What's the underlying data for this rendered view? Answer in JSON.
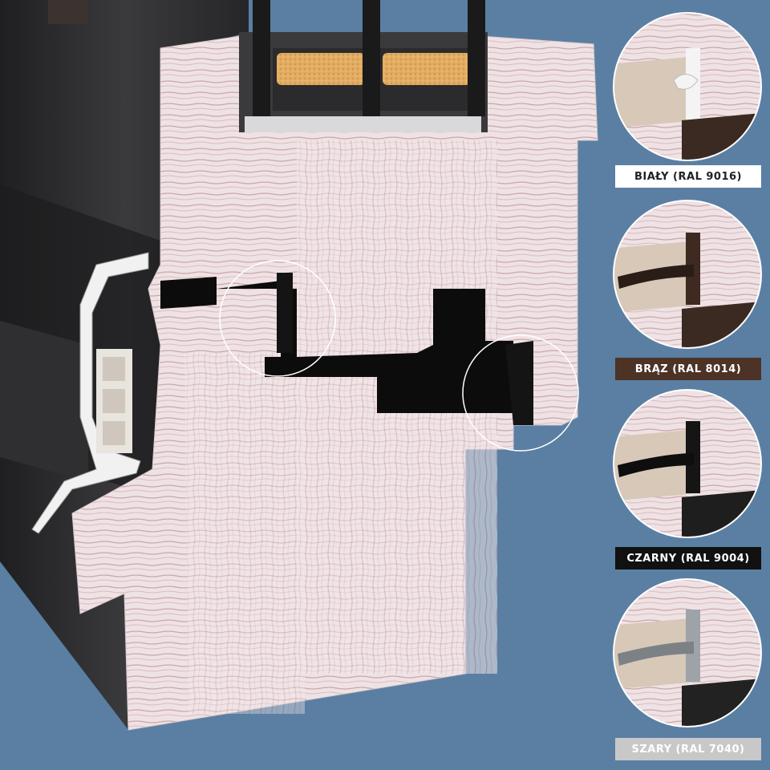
{
  "swatches": [
    {
      "label": "BIAŁY (RAL 9016)",
      "color": "#ffffff",
      "seal_color": "#f4f4f4"
    },
    {
      "label": "BRĄZ (RAL 8014)",
      "color": "#4d3226",
      "seal_color": "#3e2a20"
    },
    {
      "label": "CZARNY (RAL 9004)",
      "color": "#111111",
      "seal_color": "#151515"
    },
    {
      "label": "SZARY (RAL 7040)",
      "color": "#c8c8c8",
      "seal_color": "#9ea3a8"
    }
  ],
  "colors": {
    "background": "#5a7fa3",
    "wood": "#efe2e4",
    "wood_grain": "#b98f95",
    "frame_dark": "#2c2c2e",
    "seal": "#0d0d0d",
    "glass_insert": "#d9a55a"
  }
}
